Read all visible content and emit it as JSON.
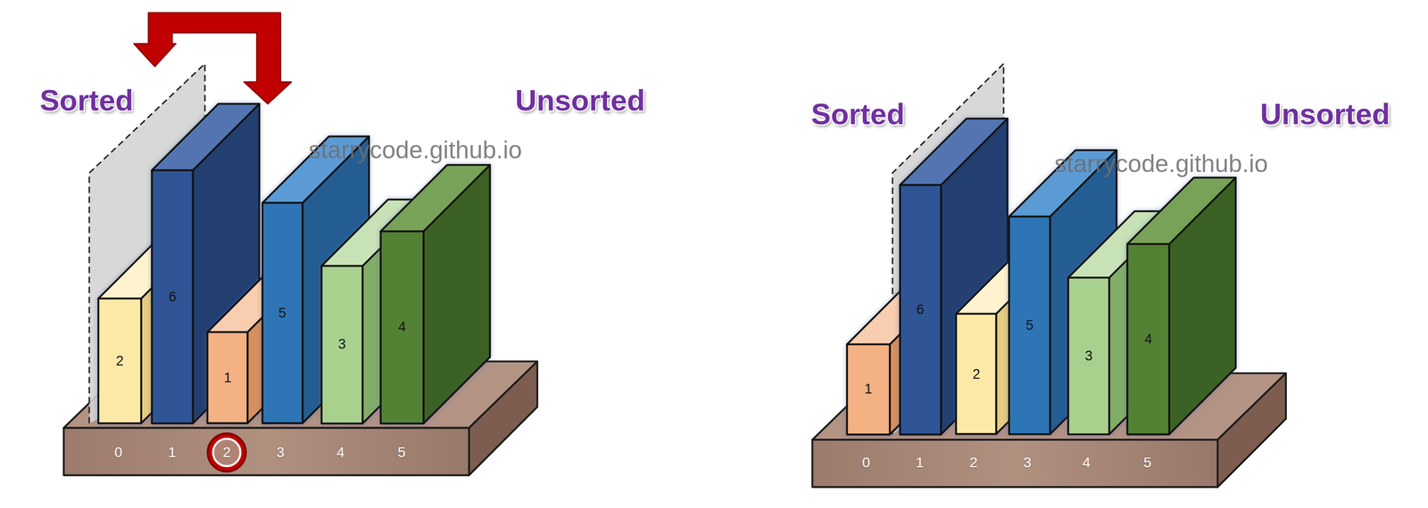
{
  "diagram": {
    "nodes": [
      {
        "text": [
          "2"
        ]
      },
      {
        "text": [
          "6"
        ]
      },
      {
        "text": [
          "1"
        ]
      },
      {
        "text": [
          "5"
        ]
      },
      {
        "text": [
          "3"
        ]
      },
      {
        "text": [
          "4"
        ]
      },
      {
        "text": [
          "1"
        ]
      },
      {
        "text": [
          "6"
        ]
      },
      {
        "text": [
          "2"
        ]
      },
      {
        "text": [
          "5"
        ]
      },
      {
        "text": [
          "3"
        ]
      },
      {
        "text": [
          "4"
        ]
      }
    ],
    "labels": [
      "Sorted",
      "Unsorted",
      "starrycode.github.io",
      "0",
      "1",
      "2",
      "3",
      "4",
      "5",
      "Sorted",
      "Unsorted",
      "starrycode.github.io",
      "0",
      "1",
      "2",
      "3",
      "4",
      "5"
    ]
  }
}
